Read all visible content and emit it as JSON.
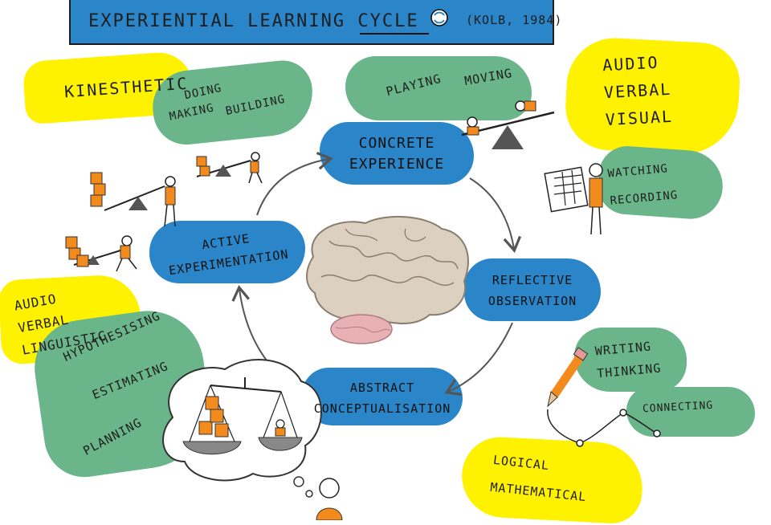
{
  "title": {
    "main": "EXPERIENTIAL LEARNING CYCLE",
    "citation": "(KOLB, 1984)",
    "cycle_icon": "refresh-cycle-icon"
  },
  "stages": {
    "concrete": [
      "CONCRETE",
      "EXPERIENCE"
    ],
    "reflective": [
      "REFLECTIVE",
      "OBSERVATION"
    ],
    "abstract": [
      "ABSTRACT",
      "CONCEPTUALISATION"
    ],
    "active": [
      "ACTIVE",
      "EXPERIMENTATION"
    ]
  },
  "styles": {
    "kinesthetic": "KINESTHETIC",
    "audio_visual": [
      "AUDIO",
      "VERBAL",
      "VISUAL"
    ],
    "audio_linguistic": [
      "AUDIO",
      "VERBAL",
      "LINGUISTIC"
    ],
    "logical": [
      "LOGICAL",
      "MATHEMATICAL"
    ]
  },
  "activities": {
    "doing": [
      "DOING",
      "MAKING",
      "BUILDING"
    ],
    "playing": [
      "PLAYING",
      "MOVING"
    ],
    "watching": [
      "WATCHING",
      "RECORDING"
    ],
    "writing": [
      "WRITING",
      "THINKING"
    ],
    "connecting": "CONNECTING",
    "planning": [
      "HYPOTHESISING",
      "ESTIMATING",
      "PLANNING"
    ]
  },
  "colors": {
    "blue": "#2a86c9",
    "green": "#6bb58a",
    "yellow": "#fff200",
    "orange": "#f28a1c"
  }
}
